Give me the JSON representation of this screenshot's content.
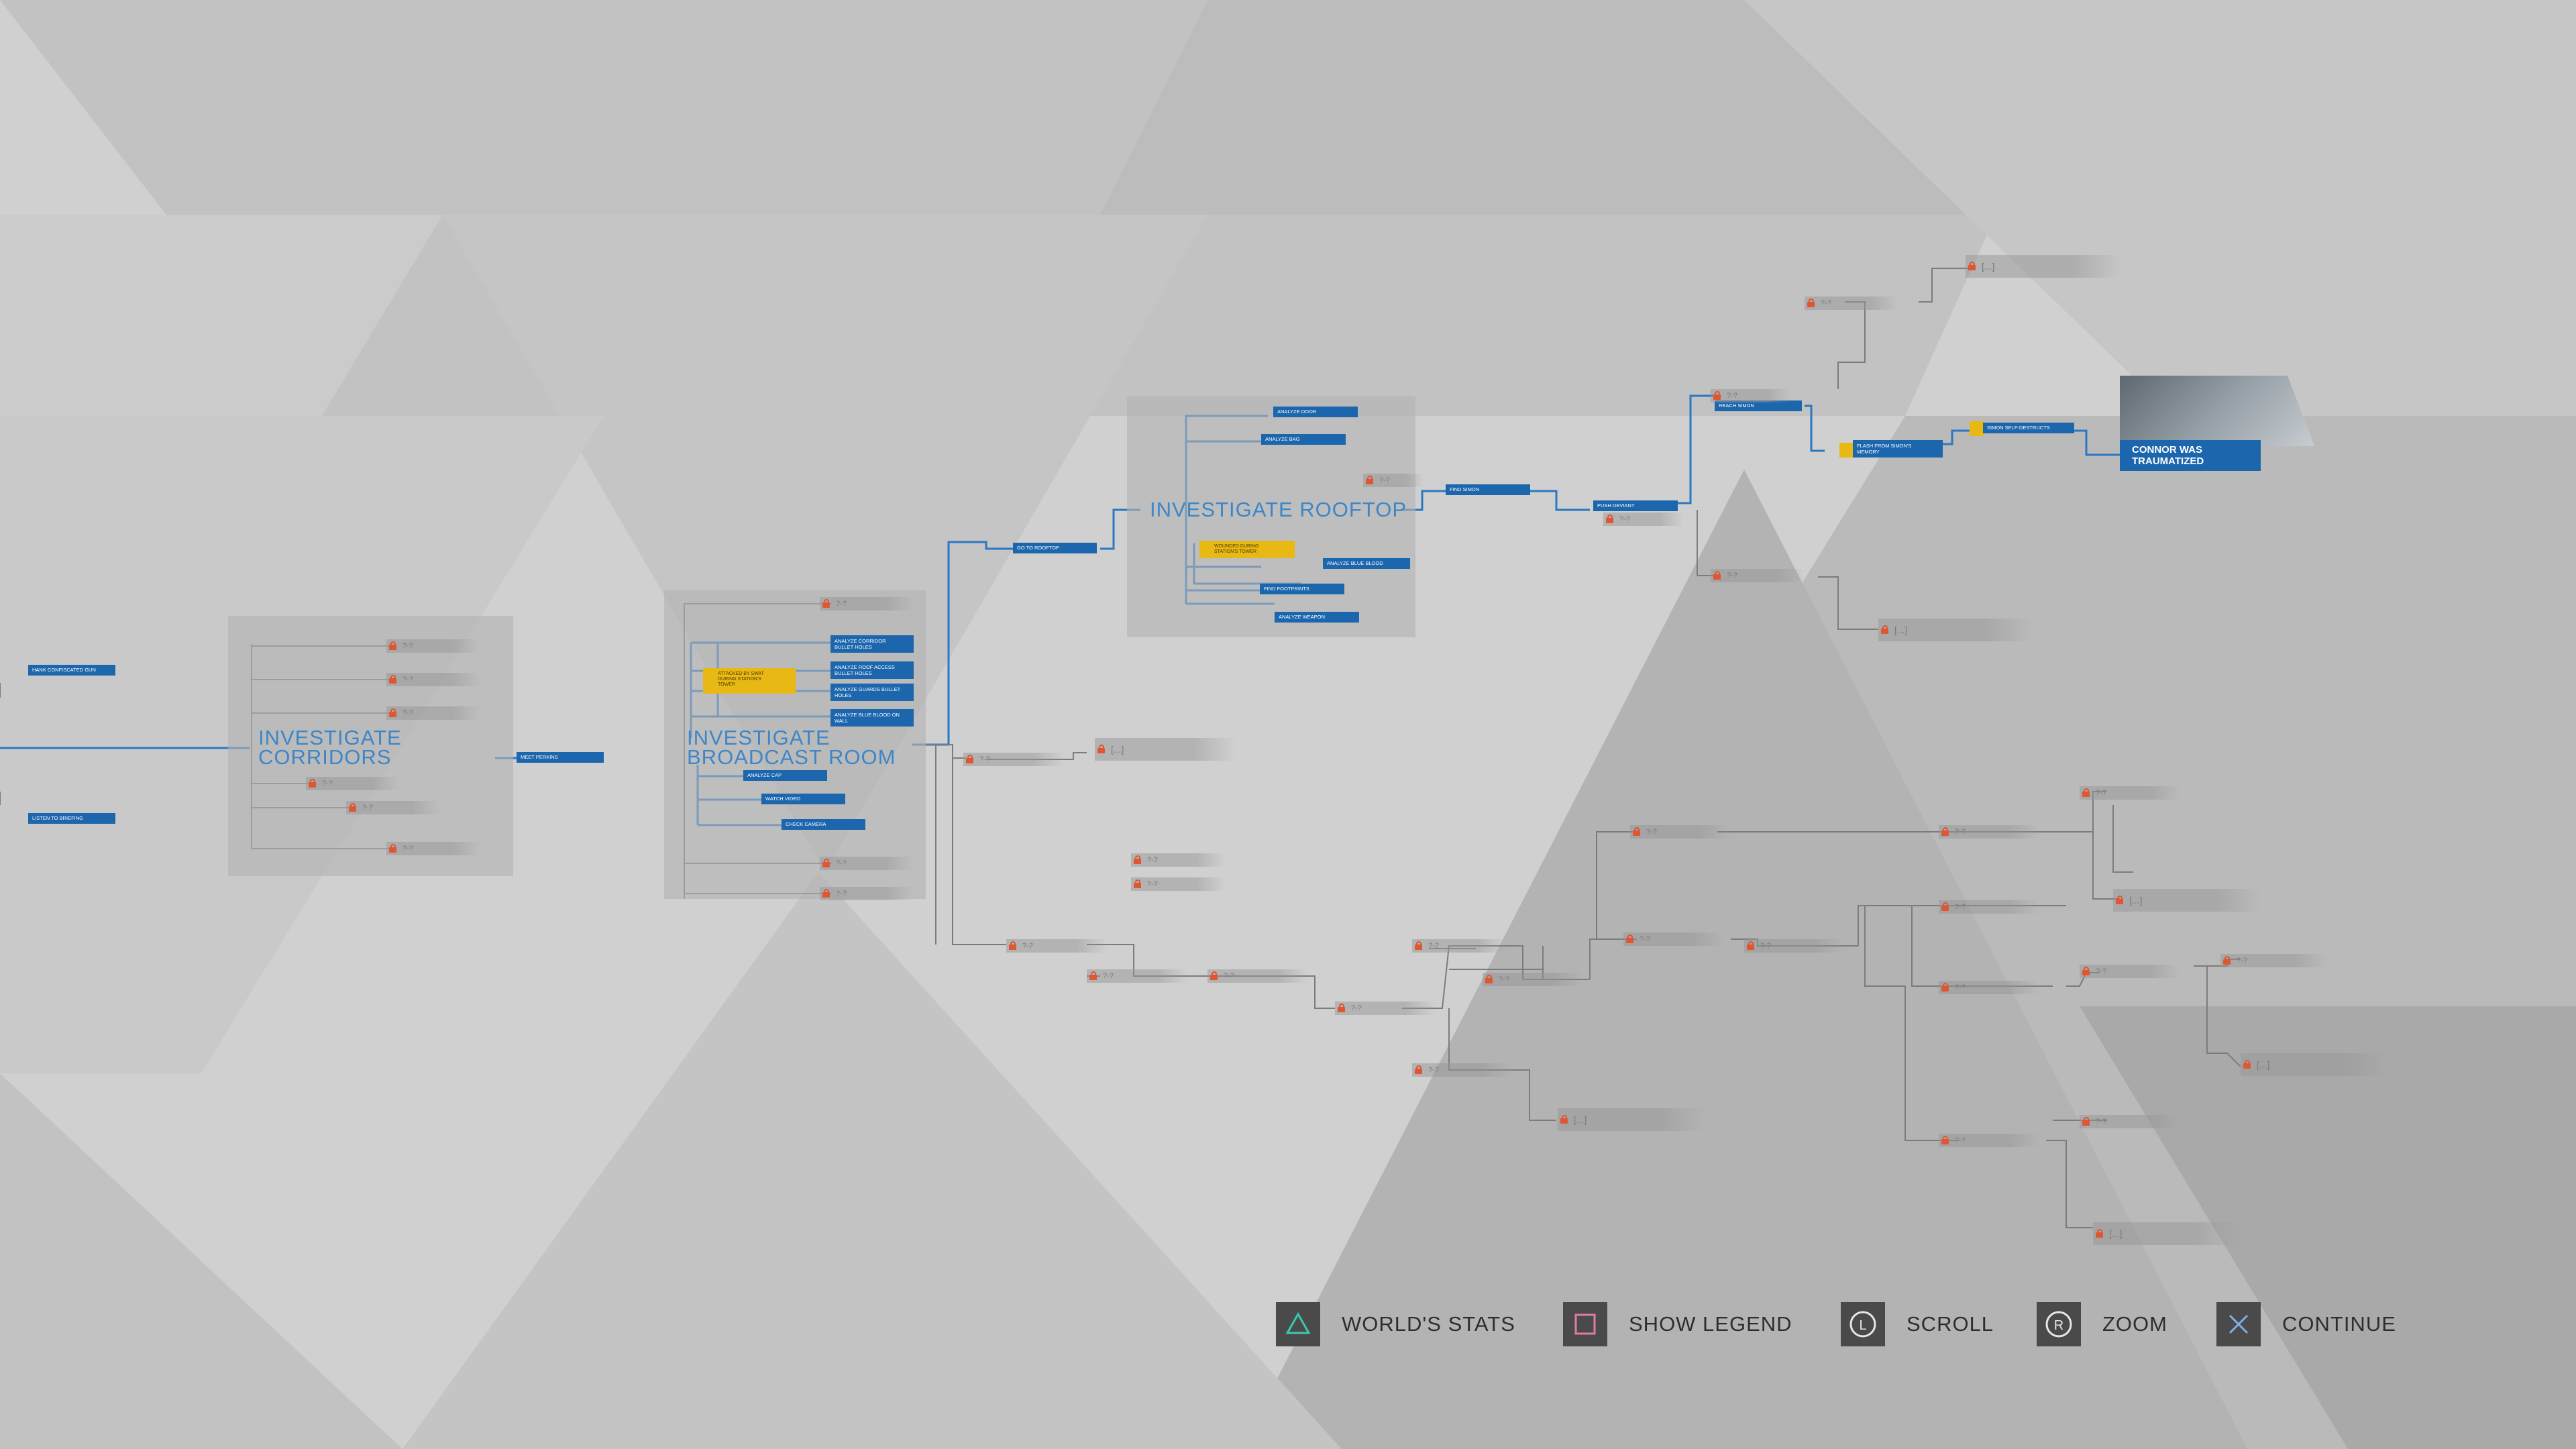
{
  "chapters": [
    {
      "title": "INVESTIGATE\nCORRIDORS"
    },
    {
      "title": "INVESTIGATE\nBROADCAST ROOM"
    },
    {
      "title": "INVESTIGATE ROOFTOP"
    }
  ],
  "nodes": {
    "hank_confiscated_gun": "HANK CONFISCATED GUN",
    "listen_to_briefing": "LISTEN TO BRIEFING",
    "meet_perkins": "MEET PERKINS",
    "analyze_corridor_bullet_holes": "ANALYZE CORRIDOR\nBULLET HOLES",
    "analyze_roof_access_bullet_holes": "ANALYZE ROOF ACCESS\nBULLET HOLES",
    "analyze_guards_bullet_holes": "ANALYZE GUARDS BULLET\nHOLES",
    "analyze_blue_blood_on_wall": "ANALYZE BLUE BLOOD ON\nWALL",
    "attacked_by_swat": "ATTACKED BY SWAT\nDURING STATION'S\nTOWER",
    "analyze_cap": "ANALYZE CAP",
    "watch_video": "WATCH VIDEO",
    "check_camera": "CHECK CAMERA",
    "go_to_rooftop": "GO TO ROOFTOP",
    "analyze_door": "ANALYZE DOOR",
    "analyze_bag": "ANALYZE BAG",
    "wounded_during_stations_tower": "WOUNDED DURING\nSTATION'S TOWER",
    "analyze_blue_blood": "ANALYZE BLUE BLOOD",
    "find_footprints": "FIND FOOTPRINTS",
    "analyze_weapon": "ANALYZE WEAPON",
    "find_simon": "FIND SIMON",
    "push_deviant": "PUSH DEVIANT",
    "reach_simon": "REACH SIMON",
    "flash_from_simons_memory": "FLASH FROM SIMON'S\nMEMORY",
    "simon_self_destructs": "SIMON SELF-DESTRUCTS"
  },
  "locked_label": "?-?",
  "locked_end_label": "[...]",
  "ending": {
    "title": "CONNOR WAS\nTRAUMATIZED"
  },
  "prompts": [
    {
      "label": "WORLD'S STATS",
      "icon": "triangle-button-icon"
    },
    {
      "label": "SHOW LEGEND",
      "icon": "square-button-icon"
    },
    {
      "label": "SCROLL",
      "icon": "left-stick-icon"
    },
    {
      "label": "ZOOM",
      "icon": "right-stick-icon"
    },
    {
      "label": "CONTINUE",
      "icon": "cross-button-icon"
    }
  ],
  "colors": {
    "path": "#2a78c2",
    "node": "#1b66ad",
    "highlight": "#e8b814",
    "lock": "#e05532",
    "chapter_title": "#3d86c8"
  }
}
